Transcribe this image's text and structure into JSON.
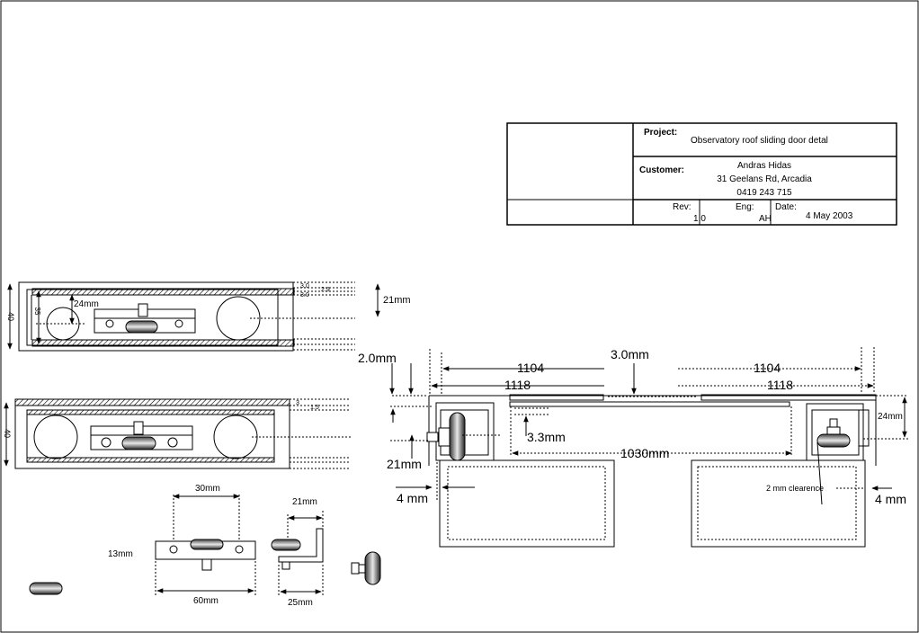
{
  "title_block": {
    "project_label": "Project:",
    "project_value": "Observatory roof sliding door detal",
    "customer_label": "Customer:",
    "customer_name": "Andras Hidas",
    "customer_address": "31 Geelans Rd, Arcadia",
    "customer_phone": "0419 243 715",
    "rev_label": "Rev:",
    "rev_value": "1.0",
    "eng_label": "Eng:",
    "eng_value": "AH",
    "date_label": "Date:",
    "date_value": "4 May 2003"
  },
  "top_section": {
    "dim_40": "40",
    "dim_35": "35",
    "dim_24mm": "24mm",
    "dim_3_0_a": "3.0",
    "dim_2_9": "2.9",
    "dim_3_0_b": "3.0",
    "dim_21mm": "21mm"
  },
  "middle_section": {
    "dim_40": "40",
    "dim_3": "3",
    "dim_1_5": "1.5"
  },
  "bracket_details": {
    "dim_30mm": "30mm",
    "dim_13mm": "13mm",
    "dim_60mm": "60mm",
    "dim_21mm": "21mm",
    "dim_25mm": "25mm"
  },
  "main_section": {
    "dim_2_0mm": "2.0mm",
    "dim_3_0mm": "3.0mm",
    "dim_1104_left": "1104",
    "dim_1104_right": "1104",
    "dim_1118_left": "1118",
    "dim_1118_right": "1118",
    "dim_24mm": "24mm",
    "dim_3_3mm": "3.3mm",
    "dim_1030mm": "1030mm",
    "dim_21mm": "21mm",
    "dim_4mm_left": "4 mm",
    "dim_4mm_right": "4 mm",
    "clearance": "2 mm clearence"
  }
}
